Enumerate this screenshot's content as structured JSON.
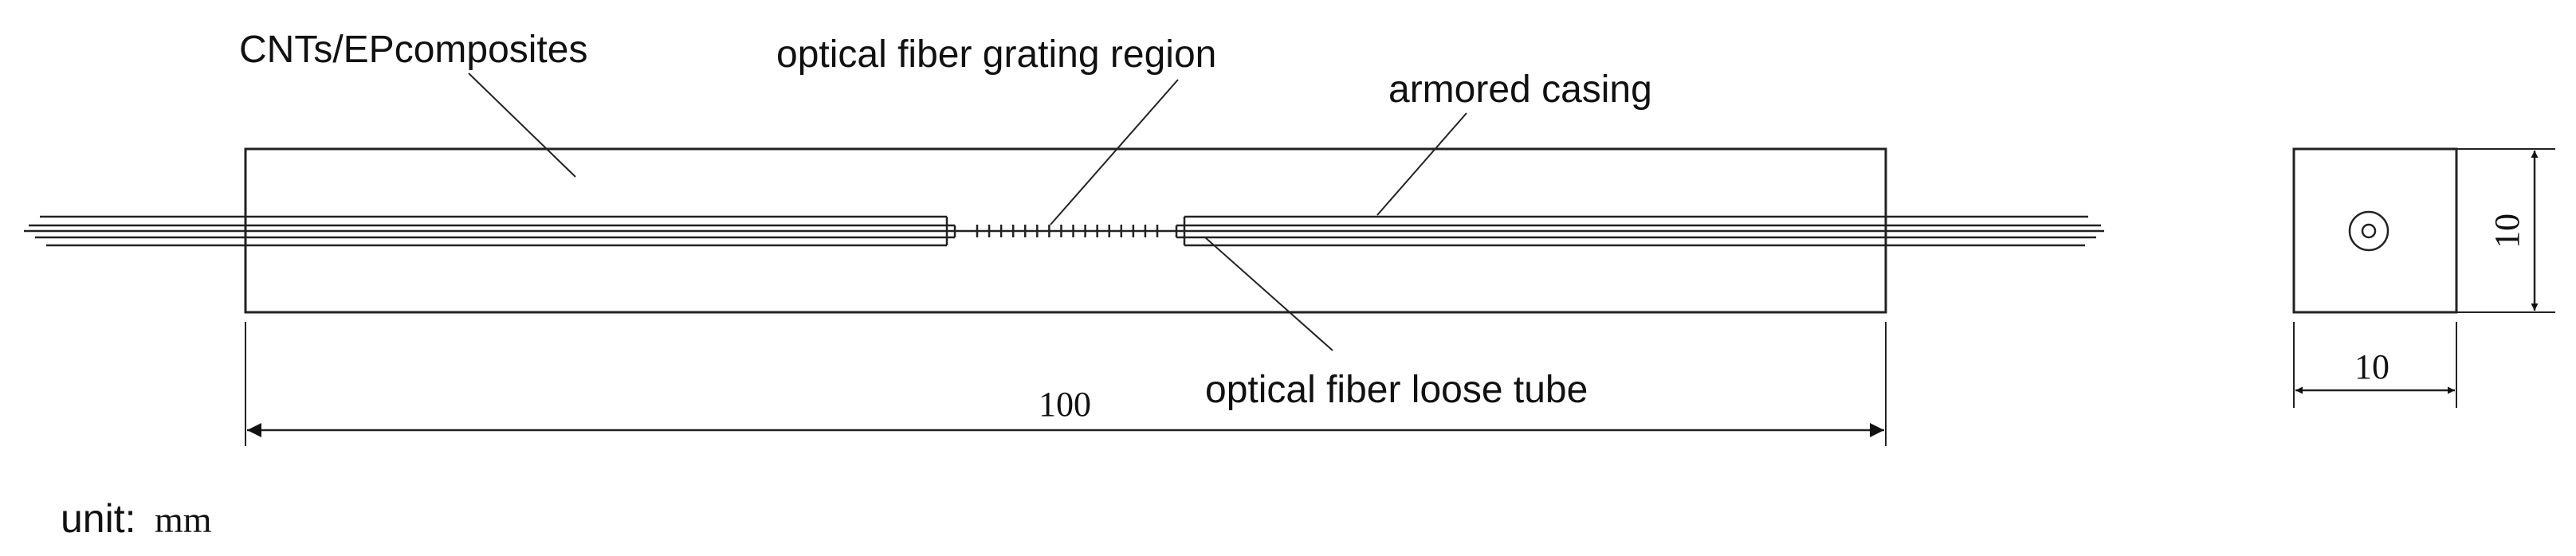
{
  "labels": {
    "composite": "CNTs/EPcomposites",
    "grating": "optical fiber grating region",
    "casing": "armored casing",
    "loose_tube": "optical fiber loose tube",
    "unit_prefix": "unit:",
    "unit_value": "mm"
  },
  "dimensions": {
    "length": "100",
    "width": "10",
    "height": "10"
  },
  "colors": {
    "line": "#222222",
    "text": "#111111",
    "background": "#ffffff"
  }
}
